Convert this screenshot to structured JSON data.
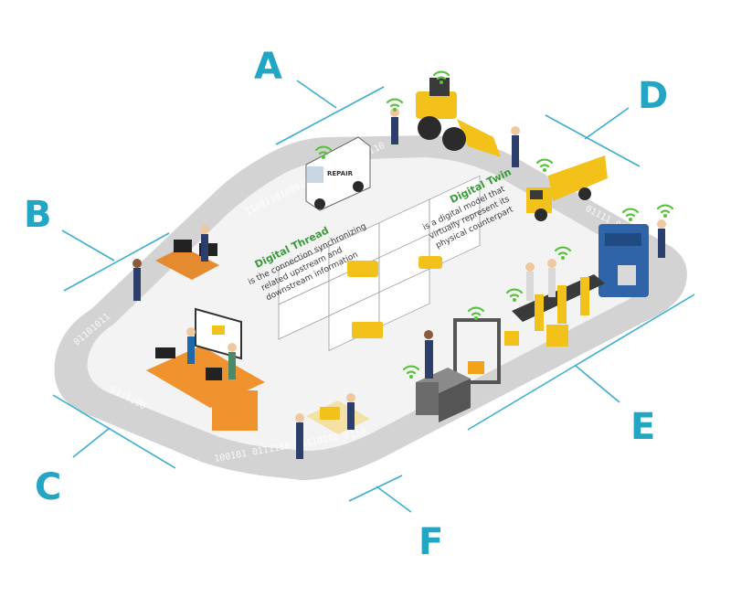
{
  "labels": {
    "a": "A",
    "b": "B",
    "c": "C",
    "d": "D",
    "e": "E",
    "f": "F"
  },
  "platform_text": {
    "thread_title": "Digital Thread",
    "thread_line1": "is the connection synchronizing",
    "thread_line2": "related upstream and",
    "thread_line3": "downstream information",
    "twin_title": "Digital Twin",
    "twin_line1": "is a digital model that",
    "twin_line2": "virtually represent its",
    "twin_line3": "physical counterpart"
  },
  "truck_label": "REPAIR",
  "binary_strip": {
    "top": "1100110100010011110100111110",
    "left": "01101011",
    "bottom_left": "0110100",
    "bottom": "100101 0111100 01110100 0110",
    "right": "01111 011"
  },
  "colors": {
    "accent": "#23a6c4",
    "wifi": "#58c23c",
    "road": "#d3d3d3",
    "platform": "#f1f1f1",
    "machine_yellow": "#f2c21b",
    "machine_blue": "#2f64a8"
  }
}
